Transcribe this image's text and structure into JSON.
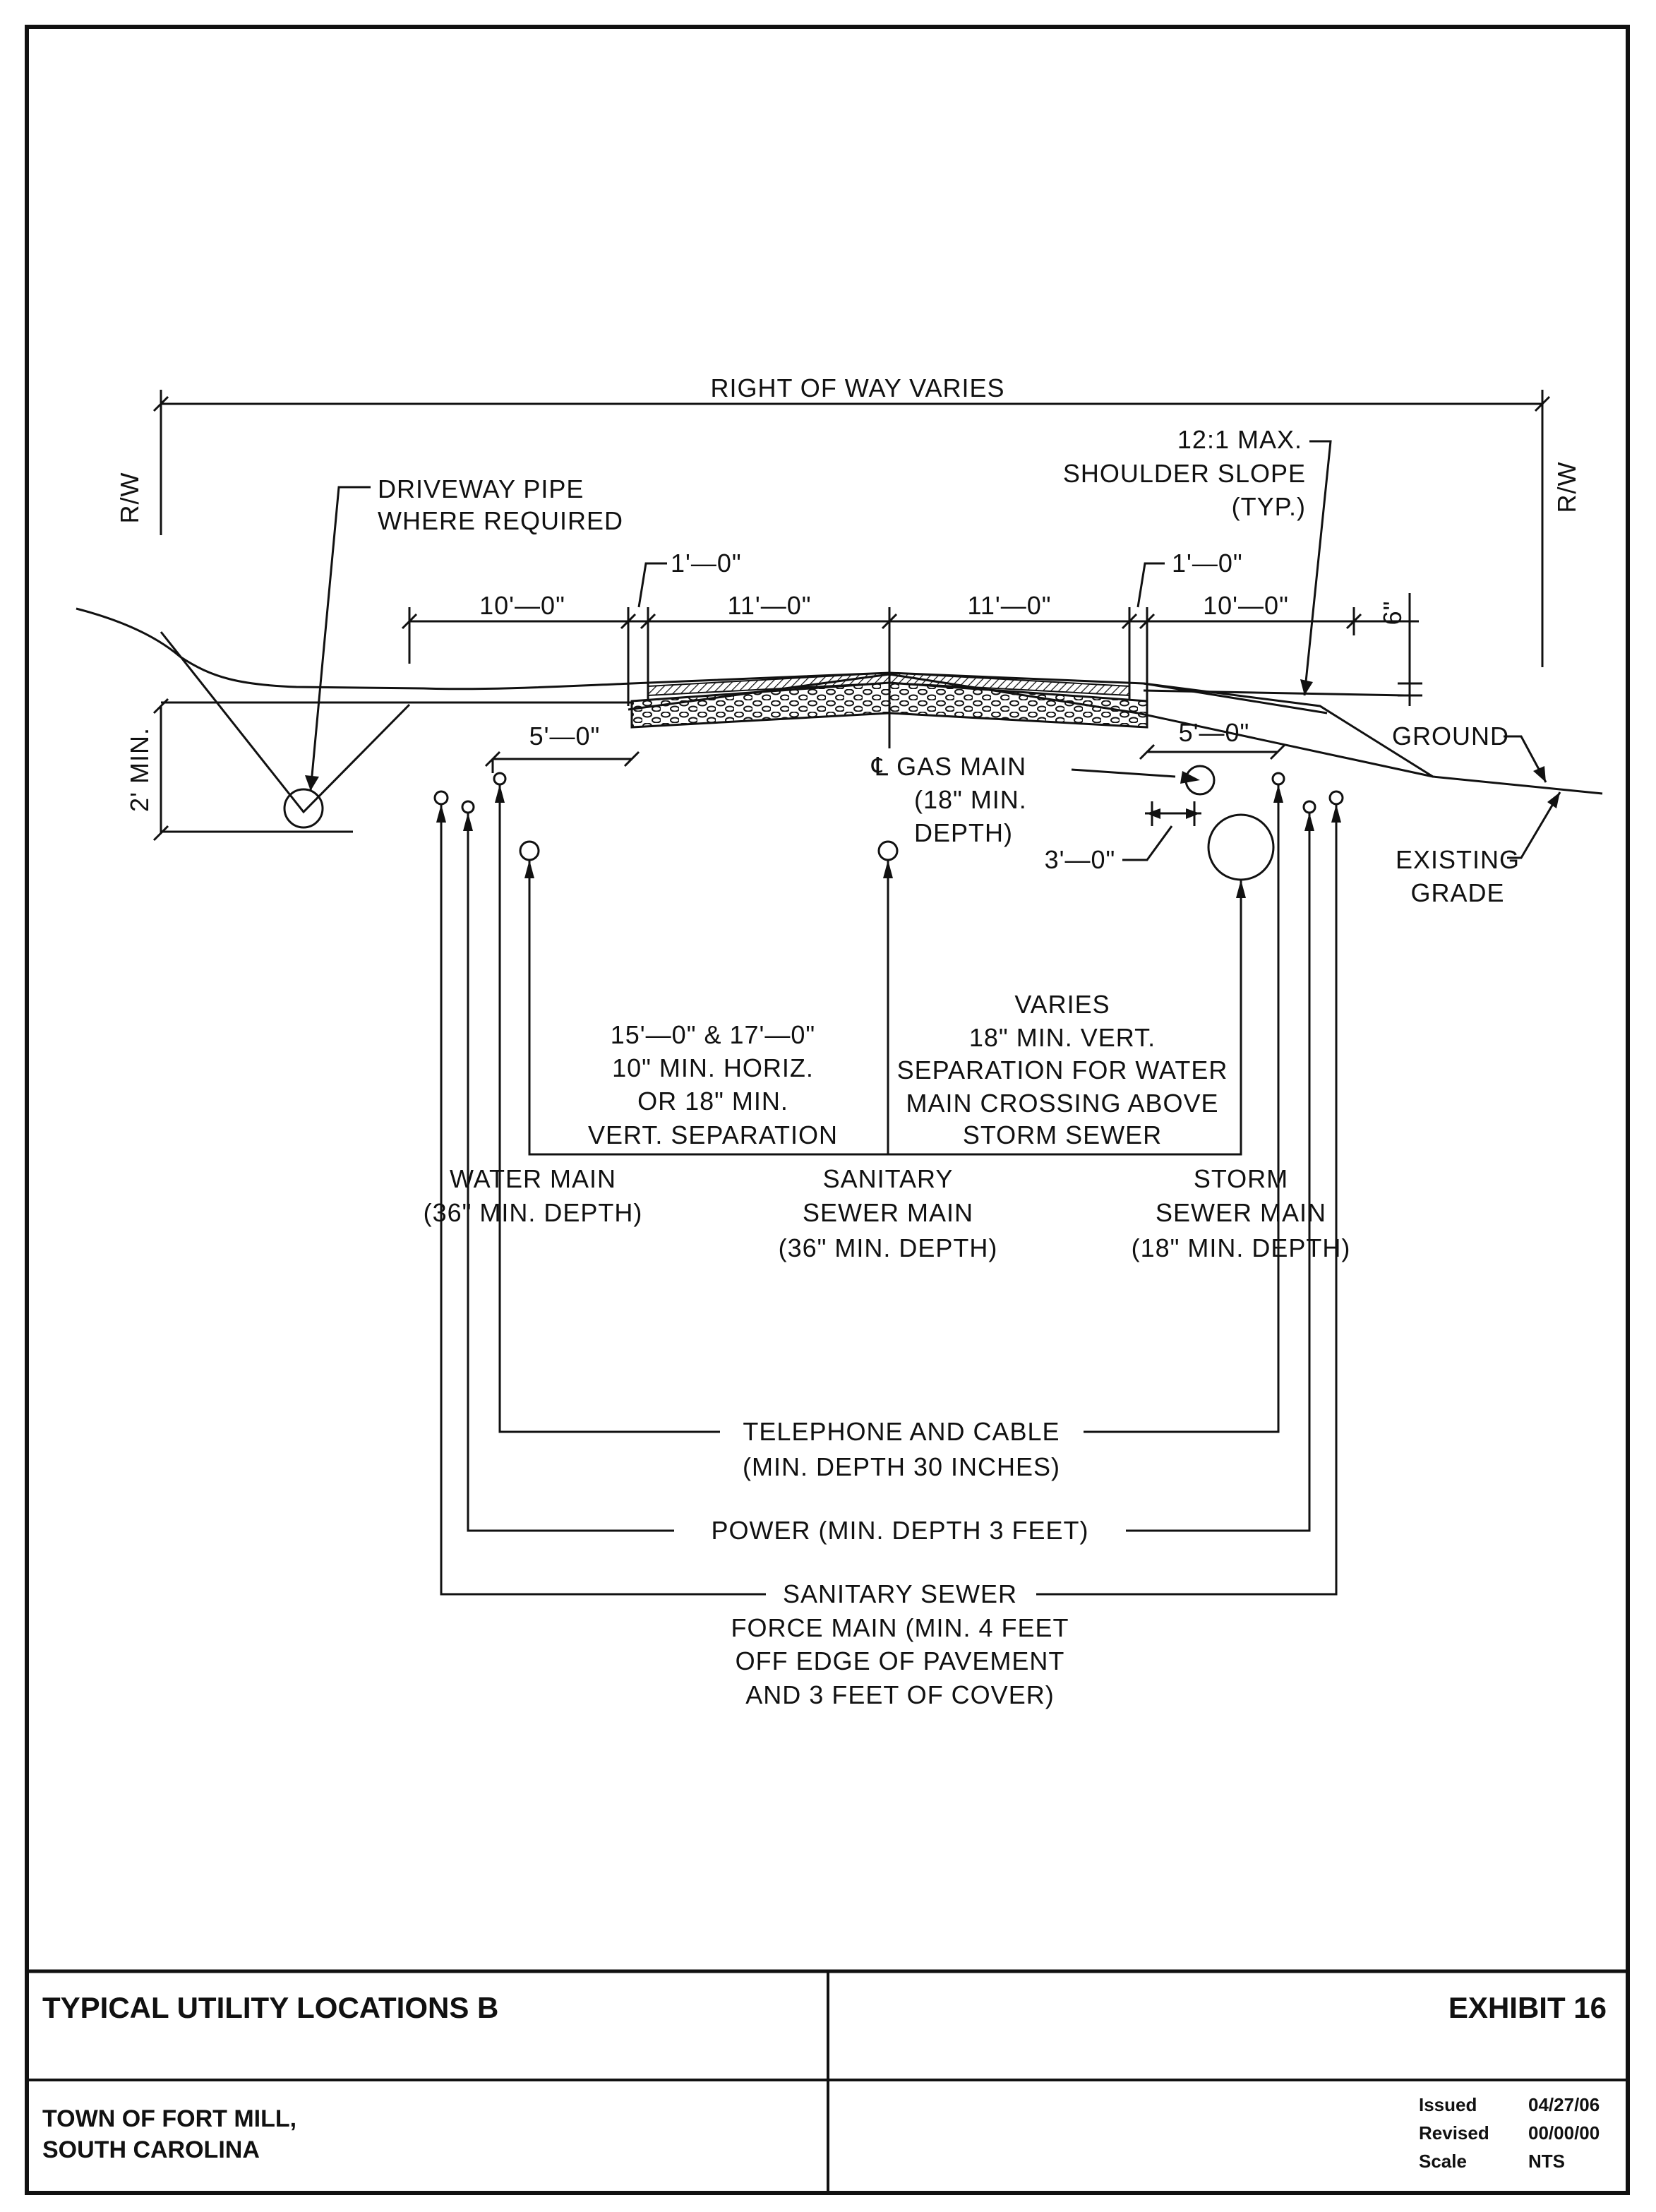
{
  "labels": {
    "row": "RIGHT OF WAY VARIES",
    "rw": "R/W",
    "slope": [
      "12:1 MAX.",
      "SHOULDER SLOPE",
      "(TYP.)"
    ],
    "driveway": [
      "DRIVEWAY PIPE",
      "WHERE REQUIRED"
    ],
    "one_ft": "1'—0\"",
    "ten_ft": "10'—0\"",
    "eleven_ft": "11'—0\"",
    "six_in": "6\"",
    "five_ft": "5'—0\"",
    "three_ft": "3'—0\"",
    "two_min": "2' MIN.",
    "ground": "GROUND",
    "existing": [
      "EXISTING",
      "GRADE"
    ],
    "gas": [
      "℄ GAS MAIN",
      "(18\" MIN.",
      "DEPTH)"
    ],
    "sep_left": [
      "15'—0\" & 17'—0\"",
      "10\" MIN. HORIZ.",
      "OR 18\" MIN.",
      "VERT. SEPARATION"
    ],
    "sep_right": [
      "VARIES",
      "18\" MIN. VERT.",
      "SEPARATION FOR WATER",
      "MAIN CROSSING ABOVE",
      "STORM SEWER"
    ],
    "water": [
      "WATER MAIN",
      "(36\" MIN. DEPTH)"
    ],
    "sanitary": [
      "SANITARY",
      "SEWER MAIN",
      "(36\" MIN. DEPTH)"
    ],
    "storm": [
      "STORM",
      "SEWER MAIN",
      "(18\" MIN. DEPTH)"
    ],
    "telephone": [
      "TELEPHONE AND CABLE",
      "(MIN. DEPTH 30 INCHES)"
    ],
    "power": "POWER (MIN. DEPTH 3 FEET)",
    "force": [
      "SANITARY SEWER",
      "FORCE MAIN (MIN. 4 FEET",
      "OFF EDGE OF PAVEMENT",
      "AND 3 FEET OF COVER)"
    ]
  },
  "title_block": {
    "title": "TYPICAL UTILITY LOCATIONS B",
    "exhibit": "EXHIBIT 16",
    "owner": [
      "TOWN OF FORT MILL,",
      "SOUTH CAROLINA"
    ],
    "issued_label": "Issued",
    "issued_value": "04/27/06",
    "revised_label": "Revised",
    "revised_value": "00/00/00",
    "scale_label": "Scale",
    "scale_value": "NTS"
  }
}
